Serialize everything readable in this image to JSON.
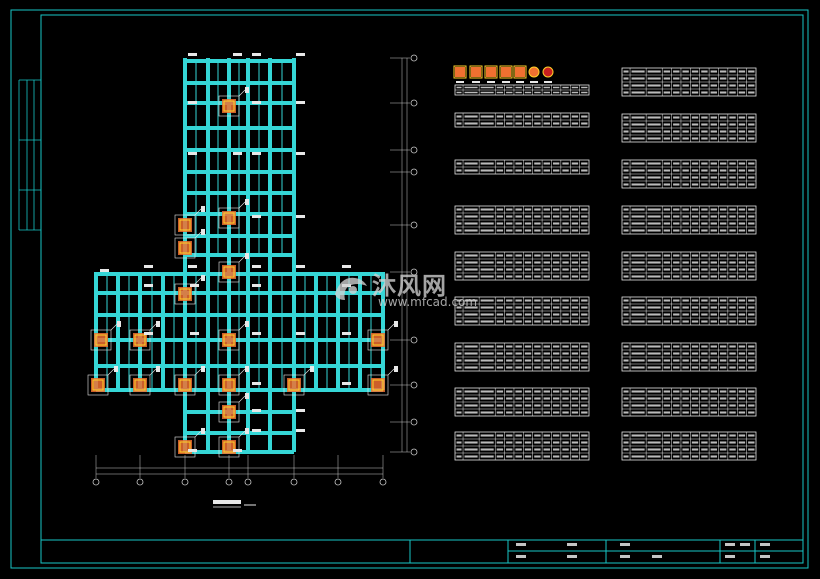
{
  "colors": {
    "background": "#000000",
    "frame": "#17c6c6",
    "beam": "#35d6d6",
    "table_line": "#e8e8e8",
    "column_fill": "#f07030",
    "rebar": "#ffd028",
    "dim_line": "#c8c8c8",
    "watermark": "#d2d2d2"
  },
  "watermark": {
    "title": "沐风网",
    "url": "www.mfcad.com",
    "logo_icon": "mfcad-logo-icon"
  },
  "plan": {
    "legend_icons": [
      "column-section-icon",
      "column-section-icon",
      "column-section-icon",
      "column-section-icon",
      "column-section-icon",
      "circle-column-icon",
      "circle-column-icon"
    ]
  },
  "tables": {
    "left_count": 9,
    "right_count": 9
  }
}
